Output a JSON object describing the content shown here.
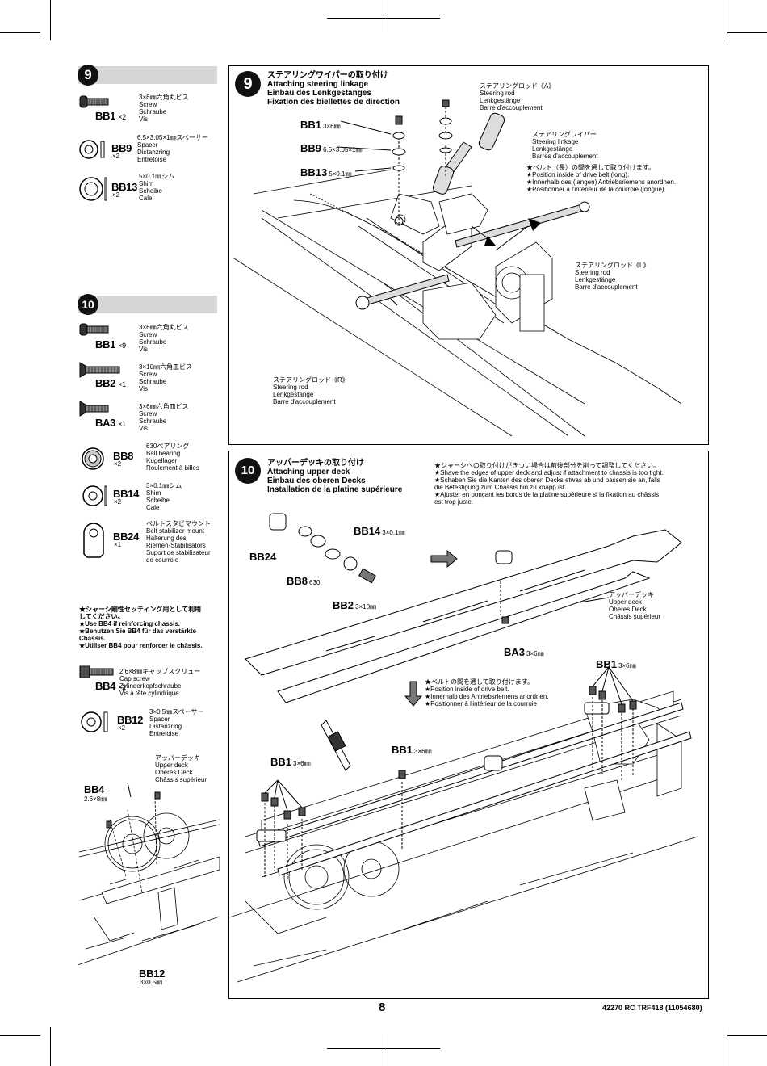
{
  "step9": {
    "number": "9",
    "parts": [
      {
        "code": "BB1",
        "qty": "×2",
        "desc": "3×6㎜六角丸ビス\nScrew\nSchraube\nVis"
      },
      {
        "code": "BB9",
        "qty": "×2",
        "desc": "6.5×3.05×1㎜スペーサー\nSpacer\nDistanzring\nEntretoise"
      },
      {
        "code": "BB13",
        "qty": "×2",
        "desc": "5×0.1㎜シム\nShim\nScheibe\nCale"
      }
    ],
    "title": "ステアリングワイパーの取り付け\nAttaching steering linkage\nEinbau des Lenkgestänges\nFixation des biellettes de direction",
    "callouts": [
      {
        "code": "BB1",
        "size": "3×6㎜"
      },
      {
        "code": "BB9",
        "size": "6.5×3.05×1㎜"
      },
      {
        "code": "BB13",
        "size": "5×0.1㎜"
      }
    ],
    "rod_a": "ステアリングロッド《A》\nSteering rod\nLenkgestänge\nBarre d'accouplement",
    "wiper": "ステアリングワイパー\nSteering linkage\nLenkgestänge\nBarres d'accouplement",
    "wiper_note": "★ベルト（長）の間を通して取り付けます。\n★Position inside of drive belt (long).\n★Innerhalb des (langen) Antriebsriemens anordnen.\n★Positionner a l'intérieur de la courroie (longue).",
    "rod_l": "ステアリングロッド《L》\nSteering rod\nLenkgestänge\nBarre d'accouplement",
    "rod_r": "ステアリングロッド《R》\nSteering rod\nLenkgestänge\nBarre d'accouplement"
  },
  "step10": {
    "number": "10",
    "parts": [
      {
        "code": "BB1",
        "qty": "×9",
        "desc": "3×6㎜六角丸ビス\nScrew\nSchraube\nVis"
      },
      {
        "code": "BB2",
        "qty": "×1",
        "desc": "3×10㎜六角皿ビス\nScrew\nSchraube\nVis"
      },
      {
        "code": "BA3",
        "qty": "×1",
        "desc": "3×6㎜六角皿ビス\nScrew\nSchraube\nVis"
      },
      {
        "code": "BB8",
        "qty": "×2",
        "desc": "630ベアリング\nBall bearing\nKugellager\nRoulement à billes"
      },
      {
        "code": "BB14",
        "qty": "×2",
        "desc": "3×0.1㎜シム\nShim\nScheibe\nCale"
      },
      {
        "code": "BB24",
        "qty": "×1",
        "desc": "ベルトスタビマウント\nBelt stabilizer mount\nHalterung des\nRiemen-Stabilisators\nSuport de stabilisateur\nde courroie"
      }
    ],
    "option_note": "★シャーシ剛性セッティング用として利用\nしてください。\n★Use BB4 if reinforcing chassis.\n★Benutzen Sie BB4 für das verstärkte\nChassis.\n★Utiliser BB4 pour renforcer le châssis.",
    "option_parts": [
      {
        "code": "BB4",
        "qty": "×2",
        "desc": "2.6×8㎜キャップスクリュー\nCap screw\nZylinderkopfschraube\nVis à tête cylindrique"
      },
      {
        "code": "BB12",
        "qty": "×2",
        "desc": "3×0.5㎜スペーサー\nSpacer\nDistanzring\nEntretoise"
      }
    ],
    "option_deck": "アッパーデッキ\nUpper deck\nOberes Deck\nChâssis supérieur",
    "option_bb4": {
      "code": "BB4",
      "size": "2.6×8㎜"
    },
    "option_bb12": {
      "code": "BB12",
      "size": "3×0.5㎜"
    },
    "title": "アッパーデッキの取り付け\nAttaching upper deck\nEinbau des oberen Decks\nInstallation de la platine supérieure",
    "shave_note": "★シャーシへの取り付けがきつい場合は前後部分を削って調整してください。\n★Shave the edges of upper deck and adjust if attachment to chassis is too tight.\n★Schaben Sie die Kanten des oberen Decks etwas ab und passen sie an, falls\ndie Befestigung zum Chassis hin zu knapp ist.\n★Ajuster en ponçant les bords de la platine supérieure si la fixation au châssis\nest trop juste.",
    "callouts": {
      "bb14": {
        "code": "BB14",
        "size": "3×0.1㎜"
      },
      "bb24": {
        "code": "BB24"
      },
      "bb8": {
        "code": "BB8",
        "size": "630"
      },
      "bb2": {
        "code": "BB2",
        "size": "3×10㎜"
      },
      "ba3": {
        "code": "BA3",
        "size": "3×6㎜"
      },
      "bb1a": {
        "code": "BB1",
        "size": "3×6㎜"
      },
      "bb1b": {
        "code": "BB1",
        "size": "3×6㎜"
      },
      "bb1c": {
        "code": "BB1",
        "size": "3×6㎜"
      }
    },
    "deck_label": "アッパーデッキ\nUpper deck\nOberes Deck\nChâssis supérieur",
    "belt_note": "★ベルトの間を通して取り付けます。\n★Position inside of drive belt.\n★Innerhalb des Antriebsriemens anordnen.\n★Positionner à l'intérieur de la courroie"
  },
  "footer": {
    "page_number": "8",
    "doc_id": "42270 RC TRF418 (11054680)"
  }
}
